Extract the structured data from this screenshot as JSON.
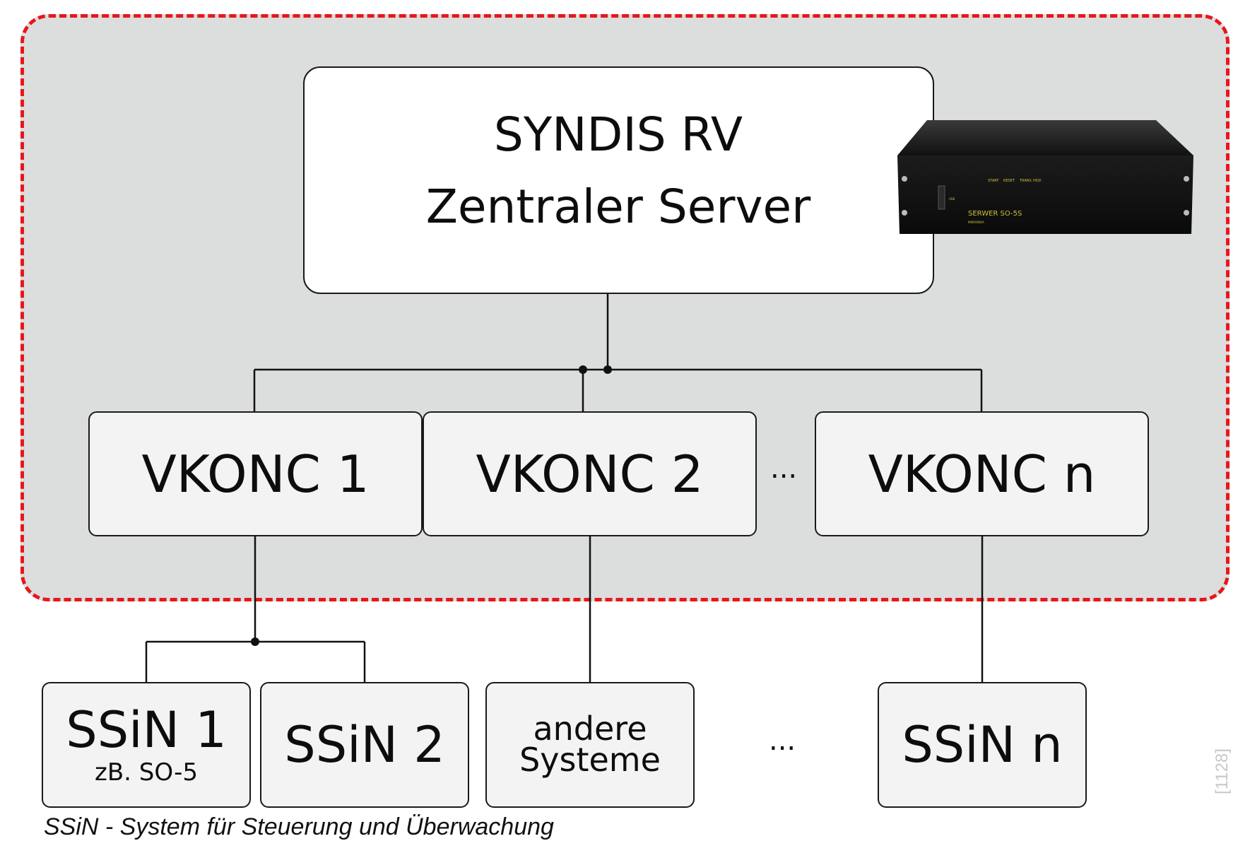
{
  "server": {
    "title_line1": "SYNDIS RV",
    "title_line2": "Zentraler Server",
    "device_label": "SERWER SO-5S",
    "device_leds": [
      "START",
      "RESET",
      "TRANS",
      "HDD"
    ],
    "device_maker": "MIKRONIKA",
    "device_port": "USB"
  },
  "concentrators": [
    {
      "label": "VKONC 1"
    },
    {
      "label": "VKONC 2"
    },
    {
      "label": "VKONC n"
    }
  ],
  "concentrator_ellipsis": "...",
  "subsystems": [
    {
      "label": "SSiN 1",
      "sublabel": "zB. SO-5"
    },
    {
      "label": "SSiN 2"
    },
    {
      "label_line1": "andere",
      "label_line2": "Systeme"
    },
    {
      "label": "SSiN n"
    }
  ],
  "subsystem_ellipsis": "...",
  "footnote": "SSiN - System für Steuerung und Überwachung",
  "reference": "[1128]",
  "colors": {
    "zone_fill": "#dcdddd",
    "zone_border": "#e8161a",
    "line": "#111111",
    "box_fill": "#f3f3f3",
    "server_fill": "#ffffff",
    "device_led_text": "#c8c23a"
  }
}
